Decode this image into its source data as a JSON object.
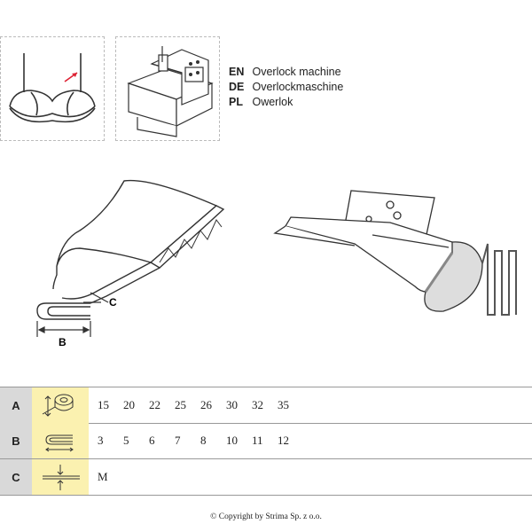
{
  "languages": [
    {
      "code": "EN",
      "label": "Overlock machine"
    },
    {
      "code": "DE",
      "label": "Overlockmaschine"
    },
    {
      "code": "PL",
      "label": "Owerlok"
    }
  ],
  "diagram_labels": {
    "c": "C",
    "b": "B"
  },
  "table": {
    "rows": [
      {
        "letter": "A",
        "icon": "tape-roll-icon",
        "values": [
          "15",
          "20",
          "22",
          "25",
          "26",
          "30",
          "32",
          "35"
        ]
      },
      {
        "letter": "B",
        "icon": "folded-binding-icon",
        "values": [
          "3",
          "5",
          "6",
          "7",
          "8",
          "10",
          "11",
          "12"
        ]
      },
      {
        "letter": "C",
        "icon": "thickness-icon",
        "values": [
          "M"
        ]
      }
    ]
  },
  "copyright": "© Copyright by Strima Sp. z o.o.",
  "colors": {
    "letter_cell": "#d9d9d9",
    "icon_cell": "#fbf1b0"
  }
}
